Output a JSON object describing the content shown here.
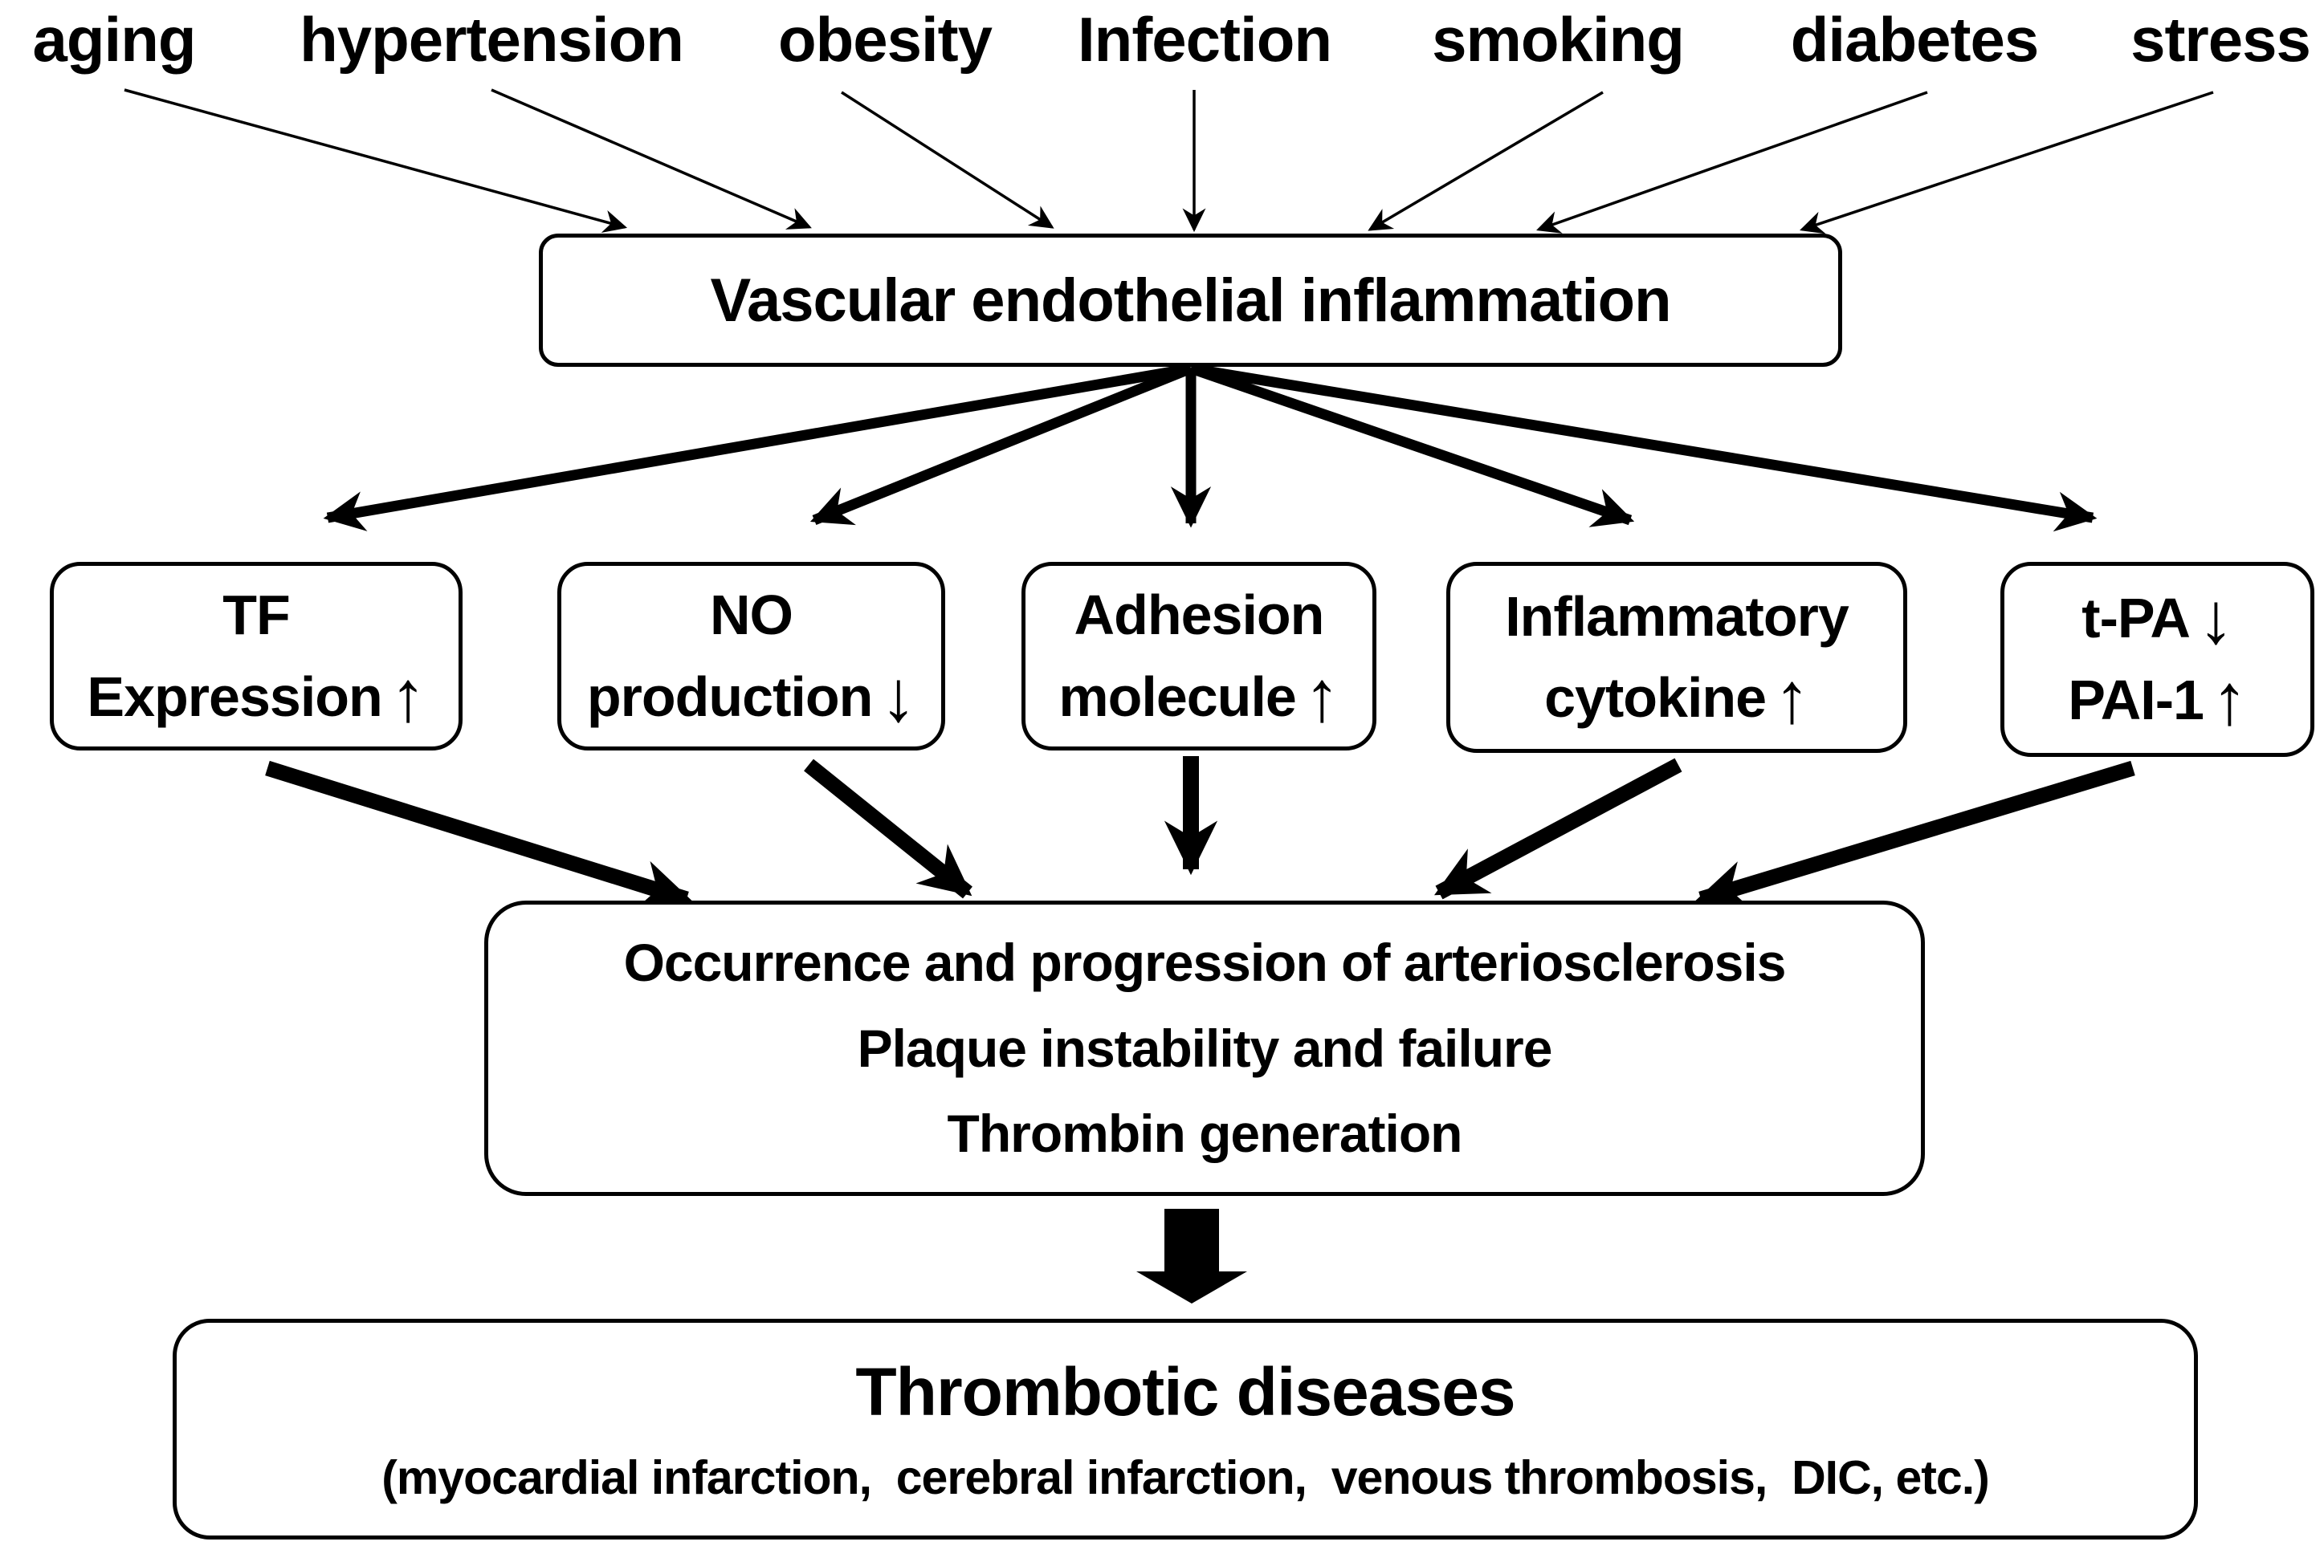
{
  "figure": {
    "background_color": "#ffffff",
    "ink_color": "#000000",
    "risk_factors": [
      "aging",
      "hypertension",
      "obesity",
      "Infection",
      "smoking",
      "diabetes",
      "stress"
    ],
    "inflammation_label": "Vascular endothelial inflammation",
    "effect_boxes": [
      {
        "line1": "TF",
        "line2": "Expression",
        "arrow2": "↑"
      },
      {
        "line1": "NO",
        "line2": "production",
        "arrow2": "↓"
      },
      {
        "line1": "Adhesion",
        "line2": "molecule",
        "arrow2": "↑"
      },
      {
        "line1": "Inflammatory",
        "line2": "cytokine",
        "arrow2": "↑"
      },
      {
        "line1": "t-PA",
        "arrow1": "↓",
        "line2": "PAI-1",
        "arrow2": "↑"
      }
    ],
    "progression_box": {
      "line1": "Occurrence and progression of arteriosclerosis",
      "line2": "Plaque instability and failure",
      "line3": "Thrombin generation"
    },
    "outcome_box": {
      "title": "Thrombotic diseases",
      "subtitle": "(myocardial infarction,  cerebral infarction,  venous thrombosis,  DIC, etc.)"
    }
  }
}
